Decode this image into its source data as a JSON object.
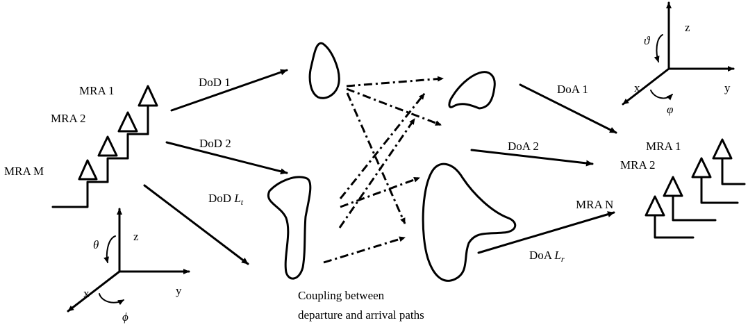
{
  "tx": {
    "mra_labels": [
      "MRA 1",
      "MRA 2",
      "MRA M"
    ],
    "dod_1": "DoD 1",
    "dod_2": "DoD 2",
    "dod_lt_prefix": "DoD ",
    "dod_lt_sym": "L",
    "dod_lt_sub": "t",
    "axes": {
      "z": "z",
      "x": "x",
      "y": "y",
      "rot_z": "θ",
      "rot_x": "ϕ"
    }
  },
  "rx": {
    "mra_labels": [
      "MRA 1",
      "MRA 2",
      "MRA N"
    ],
    "doa_1": "DoA 1",
    "doa_2": "DoA 2",
    "doa_lr_prefix": "DoA ",
    "doa_lr_sym": "L",
    "doa_lr_sub": "r",
    "axes": {
      "z": "z",
      "x": "x",
      "y": "y",
      "rot_z": "ϑ",
      "rot_x": "φ"
    }
  },
  "caption": [
    "Coupling between",
    "departure and arrival paths"
  ]
}
